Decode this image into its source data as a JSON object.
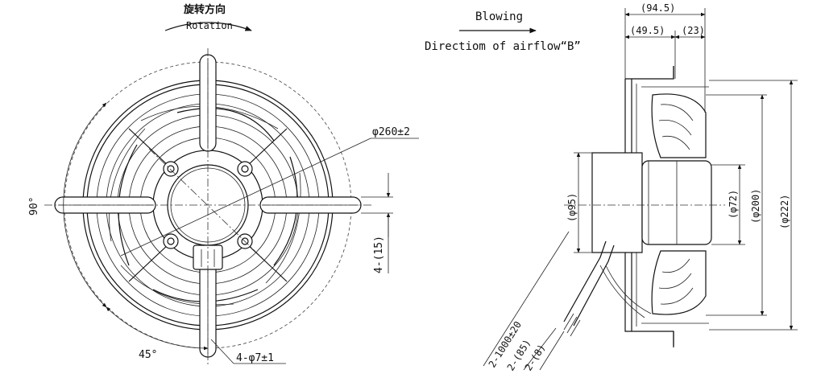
{
  "front_view": {
    "rotation_cn": "旋转方向",
    "rotation_en": "Rotation",
    "dim_outer_dia": "φ260±2",
    "dim_angle_90": "90°",
    "dim_angle_45": "45°",
    "dim_slot_width": "4-(15)",
    "dim_holes": "4-φ7±1"
  },
  "airflow": {
    "label_blowing": "Blowing",
    "label_direction": "Directiom of airflow“B”"
  },
  "side_view": {
    "dim_overall_depth": "(94.5)",
    "dim_depth_a": "(49.5)",
    "dim_depth_b": "(23)",
    "dim_hub_dia": "(φ95)",
    "dim_motor_dia": "(φ72)",
    "dim_impeller_dia": "(φ200)",
    "dim_housing_dia": "(φ222)",
    "dim_lead_length": "2-1000±20",
    "dim_strip_a": "2-(85)",
    "dim_strip_b": "2-(8)"
  }
}
